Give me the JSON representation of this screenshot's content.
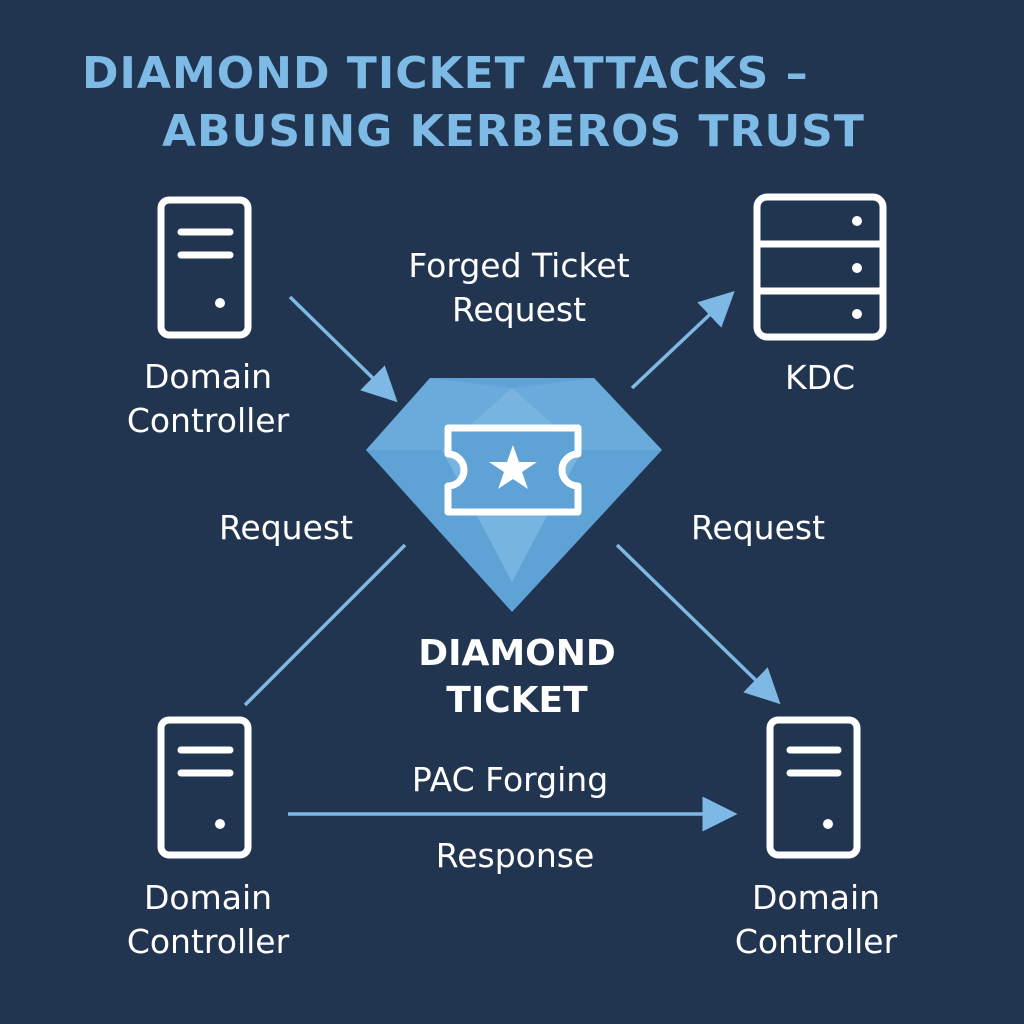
{
  "title": {
    "line1": "DIAMOND TICKET ATTACKS –",
    "line2": "ABUSING KERBEROS TRUST"
  },
  "nodes": {
    "top_left": {
      "line1": "Domain",
      "line2": "Controller",
      "icon": "server-icon"
    },
    "top_right": {
      "line1": "KDC",
      "icon": "server-rack-icon"
    },
    "bottom_left": {
      "line1": "Domain",
      "line2": "Controller",
      "icon": "server-icon"
    },
    "bottom_right": {
      "line1": "Domain",
      "line2": "Controller",
      "icon": "server-icon"
    },
    "center": {
      "line1": "DIAMOND",
      "line2": "TICKET",
      "icon": "diamond-ticket-icon"
    }
  },
  "edges": {
    "forged_request": {
      "line1": "Forged Ticket",
      "line2": "Request"
    },
    "request_left": "Request",
    "request_right": "Request",
    "pac_forging": "PAC Forging",
    "response": "Response"
  },
  "colors": {
    "background": "#223550",
    "title": "#7dbbe6",
    "arrow": "#7db9e4",
    "diamond_dark": "#5ea2d6",
    "diamond_light": "#8ec3ea",
    "icon_stroke": "#ffffff"
  }
}
